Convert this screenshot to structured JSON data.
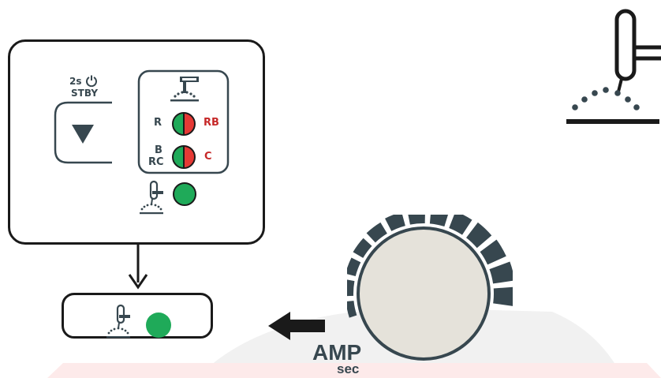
{
  "panel": {
    "timer_label": "2s",
    "standby_label": "STBY",
    "down_button": "down-arrow",
    "mode_R": "R",
    "mode_RB": "RB",
    "mode_B": "B",
    "mode_RC": "RC",
    "mode_C": "C"
  },
  "knob": {
    "amp_label": "AMP",
    "sec_label": "sec"
  },
  "colors": {
    "green": "#1faa59",
    "red": "#e53935",
    "dark": "#1a1a1a",
    "slate": "#37474f",
    "knob_face": "#e5e2da"
  }
}
